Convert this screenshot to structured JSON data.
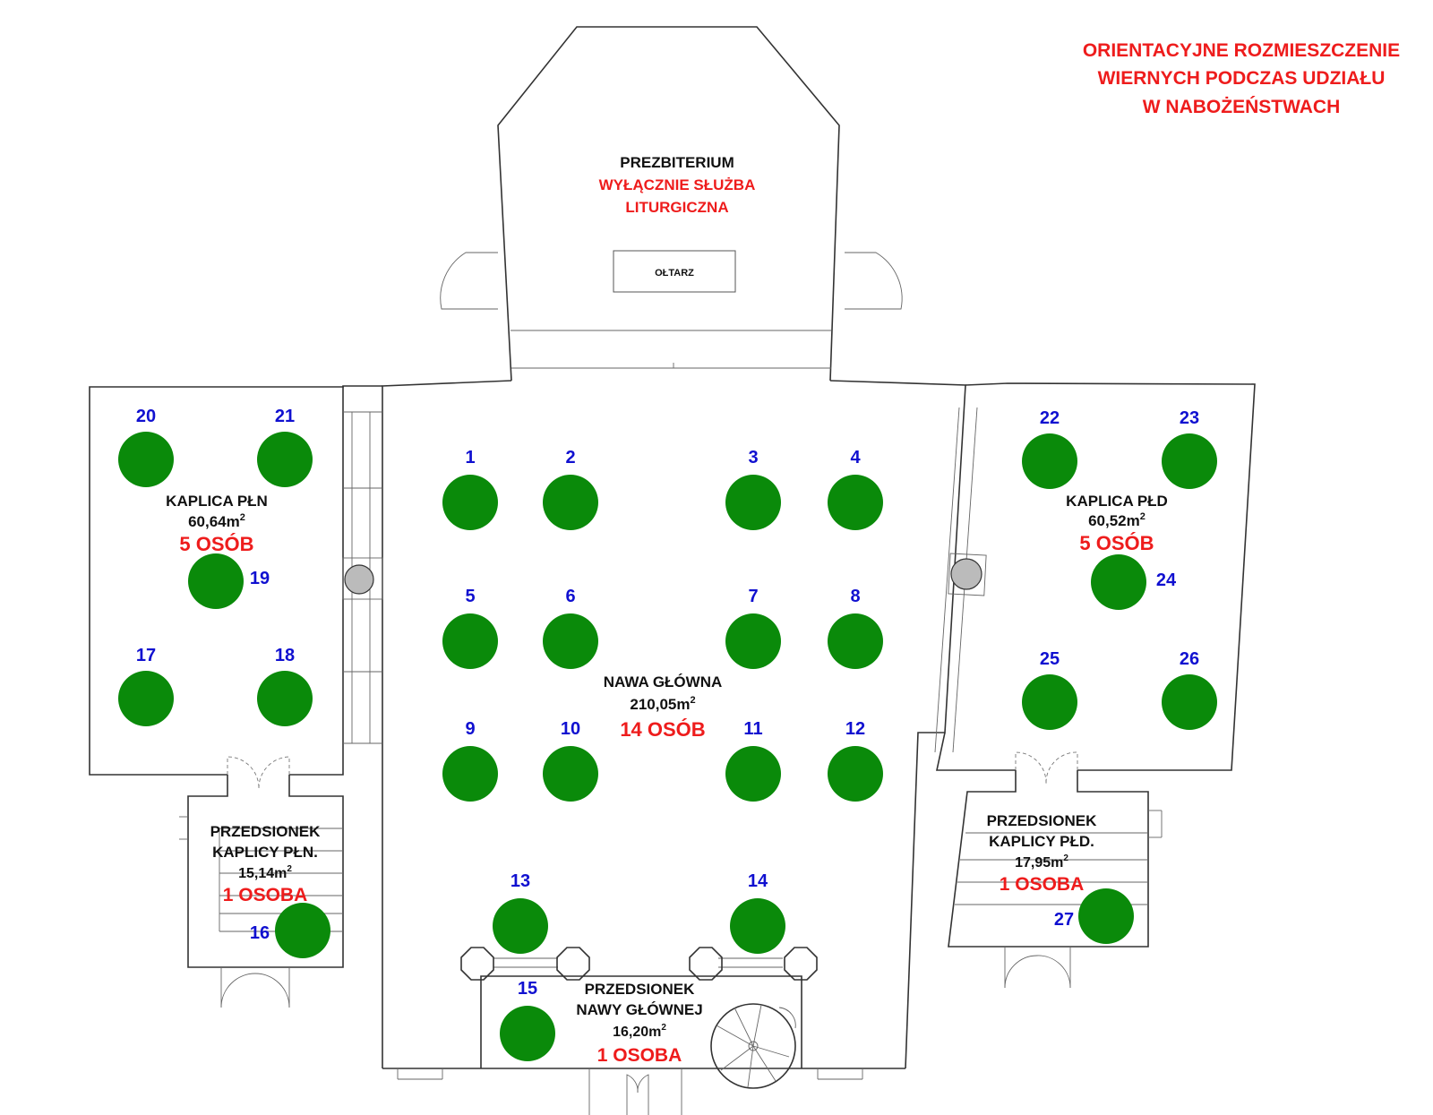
{
  "colors": {
    "seat": "#0a8a0a",
    "number": "#1010d0",
    "alert": "#ee1c1c",
    "text": "#111111"
  },
  "title": [
    "ORIENTACYJNE ROZMIESZCZENIE",
    "WIERNYCH PODCZAS UDZIAŁU",
    "W NABOŻEŃSTWACH"
  ],
  "rooms": {
    "prezbiterium": {
      "name": "PREZBITERIUM",
      "note_line1": "WYŁĄCZNIE SŁUŻBA",
      "note_line2": "LITURGICZNA",
      "altar": "OŁTARZ"
    },
    "nawa": {
      "name": "NAWA GŁÓWNA",
      "area": "210,05m",
      "capacity": "14 OSÓB"
    },
    "kaplica_pln": {
      "name": "KAPLICA PŁN",
      "area": "60,64m",
      "capacity": "5 OSÓB"
    },
    "kaplica_pld": {
      "name": "KAPLICA PŁD",
      "area": "60,52m",
      "capacity": "5 OSÓB"
    },
    "przedsionek_pln": {
      "name_line1": "PRZEDSIONEK",
      "name_line2": "KAPLICY PŁN.",
      "area": "15,14m",
      "capacity": "1 OSOBA"
    },
    "przedsionek_pld": {
      "name_line1": "PRZEDSIONEK",
      "name_line2": "KAPLICY PŁD.",
      "area": "17,95m",
      "capacity": "1 OSOBA"
    },
    "przedsionek_nawy": {
      "name_line1": "PRZEDSIONEK",
      "name_line2": "NAWY GŁÓWNEJ",
      "area": "16,20m",
      "capacity": "1 OSOBA"
    }
  },
  "area_unit_sup": "2",
  "seats": [
    "1",
    "2",
    "3",
    "4",
    "5",
    "6",
    "7",
    "8",
    "9",
    "10",
    "11",
    "12",
    "13",
    "14",
    "15",
    "16",
    "17",
    "18",
    "19",
    "20",
    "21",
    "22",
    "23",
    "24",
    "25",
    "26",
    "27"
  ]
}
